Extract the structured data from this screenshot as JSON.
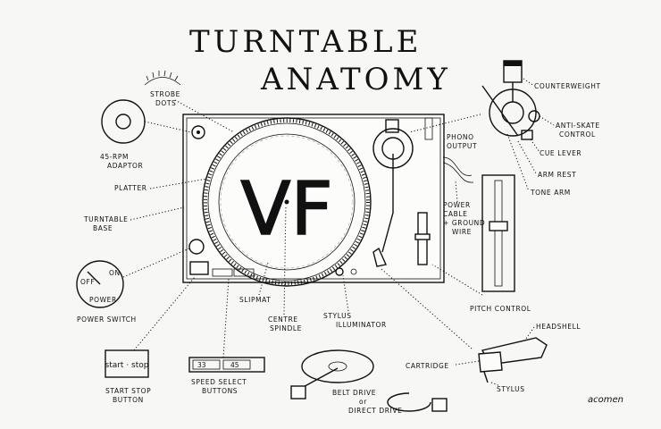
{
  "title": {
    "line1": "TURNTABLE",
    "line2": "ANATOMY"
  },
  "center_logo": "VF",
  "labels": {
    "strobe_dots": [
      "STROBE",
      "DOTS"
    ],
    "adaptor": [
      "45-RPM",
      "ADAPTOR"
    ],
    "platter": [
      "PLATTER"
    ],
    "base": [
      "TURNTABLE",
      "BASE"
    ],
    "power_switch": [
      "POWER SWITCH"
    ],
    "start_stop_btn": [
      "START STOP",
      "BUTTON"
    ],
    "speed_select": [
      "SPEED SELECT",
      "BUTTONS"
    ],
    "slipmat": [
      "SLIPMAT"
    ],
    "centre_spindle": [
      "CENTRE",
      "SPINDLE"
    ],
    "stylus_illuminator": [
      "STYLUS",
      "ILLUMINATOR"
    ],
    "belt_drive": [
      "BELT DRIVE",
      "or",
      "DIRECT DRIVE"
    ],
    "phono_output": [
      "PHONO",
      "OUTPUT"
    ],
    "power_cable": [
      "POWER",
      "CABLE",
      "+ GROUND",
      "WIRE"
    ],
    "counterweight": [
      "COUNTERWEIGHT"
    ],
    "anti_skate": [
      "ANTI-SKATE",
      "CONTROL"
    ],
    "cue_lever": [
      "CUE LEVER"
    ],
    "arm_rest": [
      "ARM REST"
    ],
    "tone_arm": [
      "TONE ARM"
    ],
    "pitch_control": [
      "PITCH CONTROL"
    ],
    "headshell": [
      "HEADSHELL"
    ],
    "cartridge": [
      "CARTRIDGE"
    ],
    "stylus": [
      "STYLUS"
    ]
  },
  "power_dial": {
    "off": "OFF",
    "on": "ON",
    "power": "POWER"
  },
  "start_stop_text": "start · stop",
  "speed_buttons": [
    "33",
    "45"
  ],
  "signature": "acomen",
  "colors": {
    "ink": "#111111",
    "paper": "#f7f7f5"
  }
}
